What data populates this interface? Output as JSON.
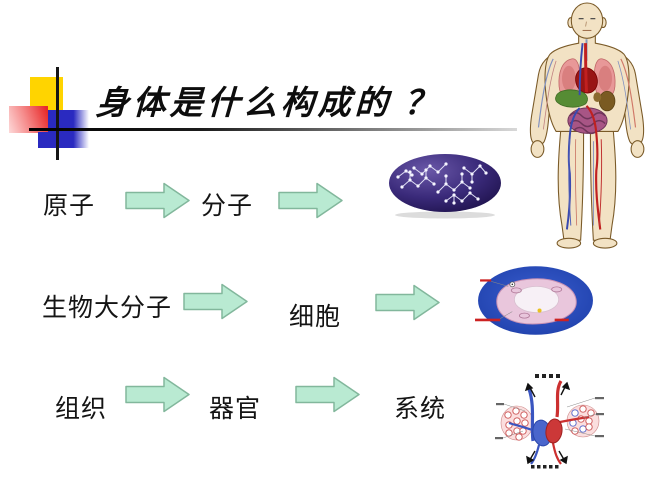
{
  "slide": {
    "title": "身体是什么构成的 ？"
  },
  "flow": {
    "row1": {
      "atom": "原子",
      "molecule": "分子"
    },
    "row2": {
      "macromolecule": "生物大分子",
      "cell": "细胞"
    },
    "row3": {
      "tissue": "组织",
      "organ": "器官",
      "system": "系统"
    }
  },
  "illustrations": {
    "human_figure": "human-anatomy-full-body",
    "molecule_image": "molecular-structure-oval",
    "cell_image": "cell-cross-section",
    "system_image": "circulatory-system-diagram"
  },
  "colors": {
    "background": "#ffffff",
    "title_text": "#0d0d0d",
    "label_text": "#141414",
    "arrow_fill": "#b9ead2",
    "arrow_border": "#82b79c",
    "accent_yellow": "#ffd400",
    "accent_red": "#e82a2a",
    "accent_blue": "#2a2ac0"
  }
}
